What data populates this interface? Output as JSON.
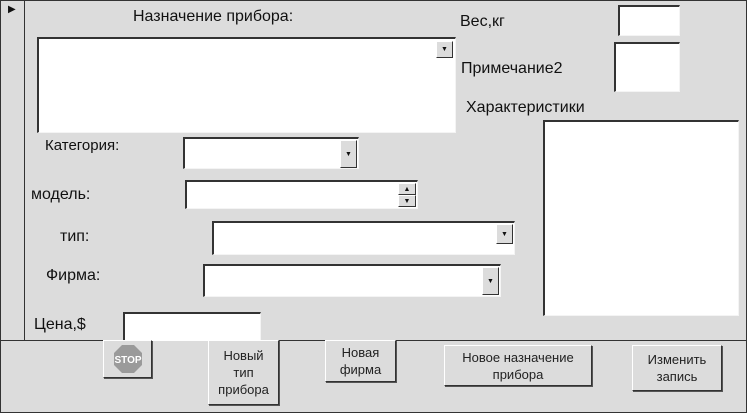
{
  "form": {
    "purpose_label": "Назначение прибора:",
    "weight_label": "Вес,кг",
    "note2_label": "Примечание2",
    "characteristics_label": "Характеристики",
    "category_label": "Категория:",
    "model_label": "модель:",
    "type_label": "тип:",
    "firm_label": "Фирма:",
    "price_label": "Цена,$"
  },
  "buttons": {
    "stop": "STOP",
    "new_type": "Новый тип прибора",
    "new_firm": "Новая фирма",
    "new_purpose": "Новое назначение прибора",
    "edit": "Изменить запись"
  },
  "icons": {
    "record_selector": "triangle-right",
    "dropdown": "triangle-down",
    "spin_up": "triangle-up",
    "spin_down": "triangle-down"
  }
}
